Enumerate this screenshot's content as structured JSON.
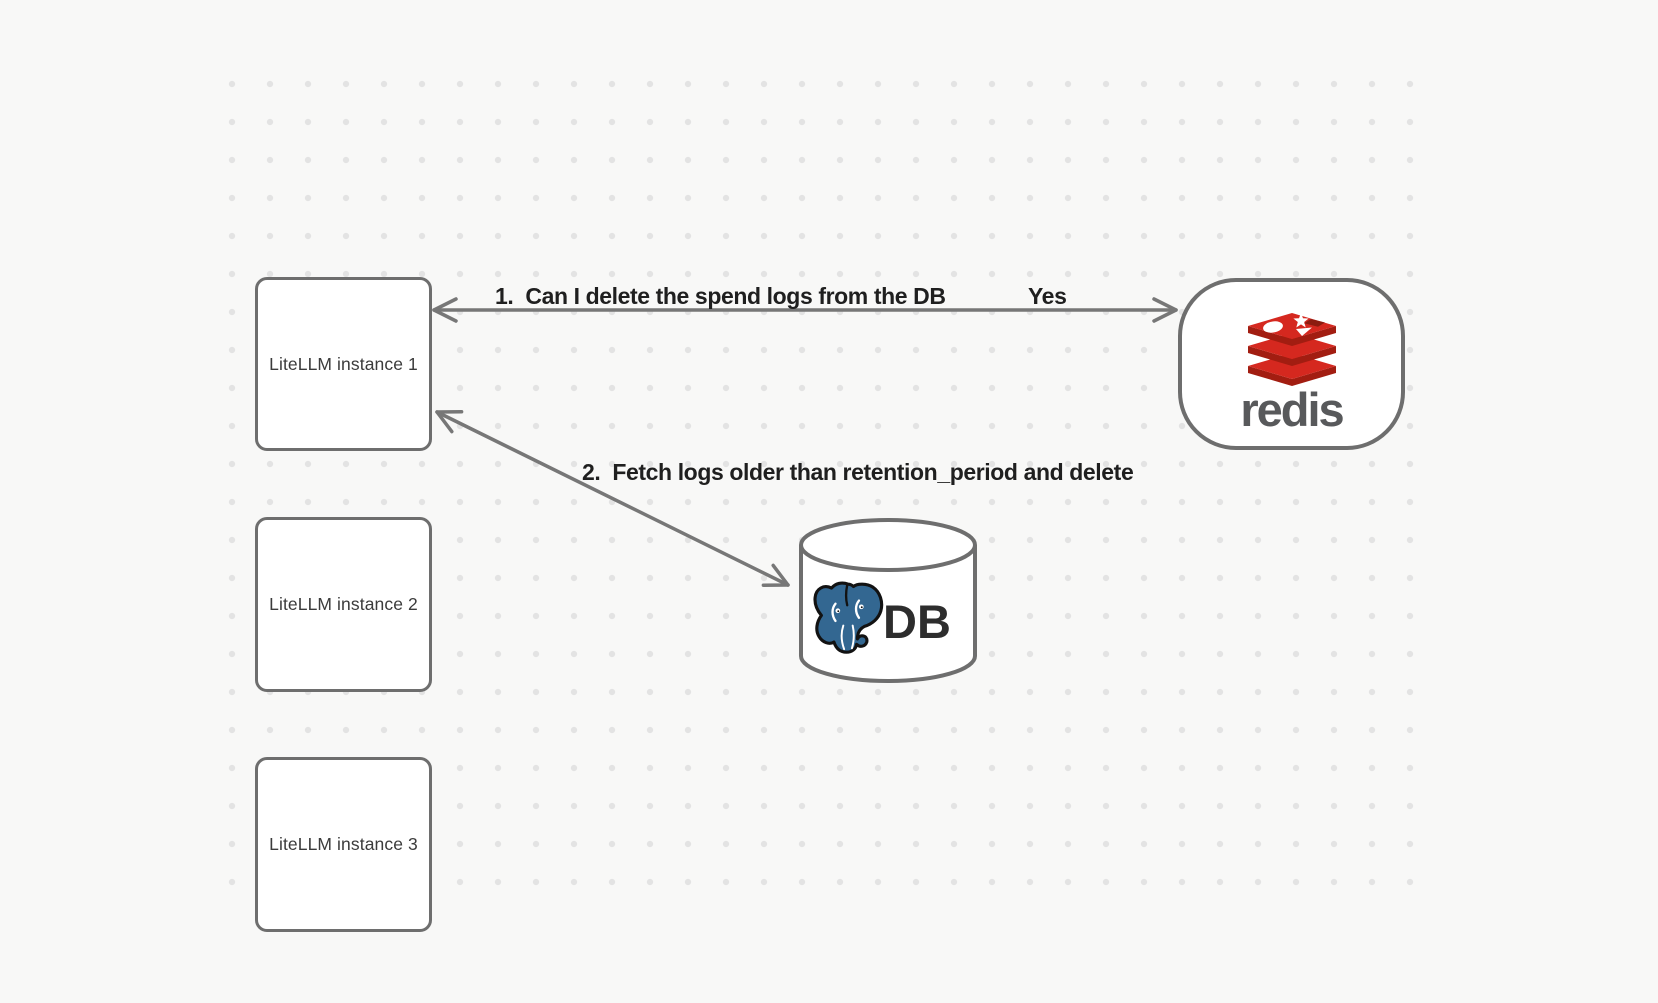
{
  "diagram": {
    "background": "#f8f8f7",
    "dot_color": "#e3e3e3",
    "shape_stroke_color": "#6e6e6e",
    "arrow_color": "#777777",
    "nodes": {
      "instances": [
        {
          "label": "LiteLLM instance 1"
        },
        {
          "label": "LiteLLM instance 2"
        },
        {
          "label": "LiteLLM instance 3"
        }
      ],
      "redis": {
        "wordmark": "redis",
        "logo_icon": "redis-logo",
        "brand_red": "#d5281f",
        "brand_red_dark": "#a21d11",
        "wordmark_color": "#58595b"
      },
      "database": {
        "label": "DB",
        "logo_icon": "postgresql-elephant-logo",
        "postgres_blue": "#336791"
      }
    },
    "edges": [
      {
        "label": "1.  Can I delete the spend logs from the DB",
        "response": "Yes",
        "from": "LiteLLM instance 1",
        "to": "redis",
        "style": "double-headed-horizontal"
      },
      {
        "label": "2.  Fetch logs older than retention_period and delete",
        "from": "LiteLLM instance 1",
        "to": "DB",
        "style": "double-headed-diagonal"
      }
    ]
  }
}
